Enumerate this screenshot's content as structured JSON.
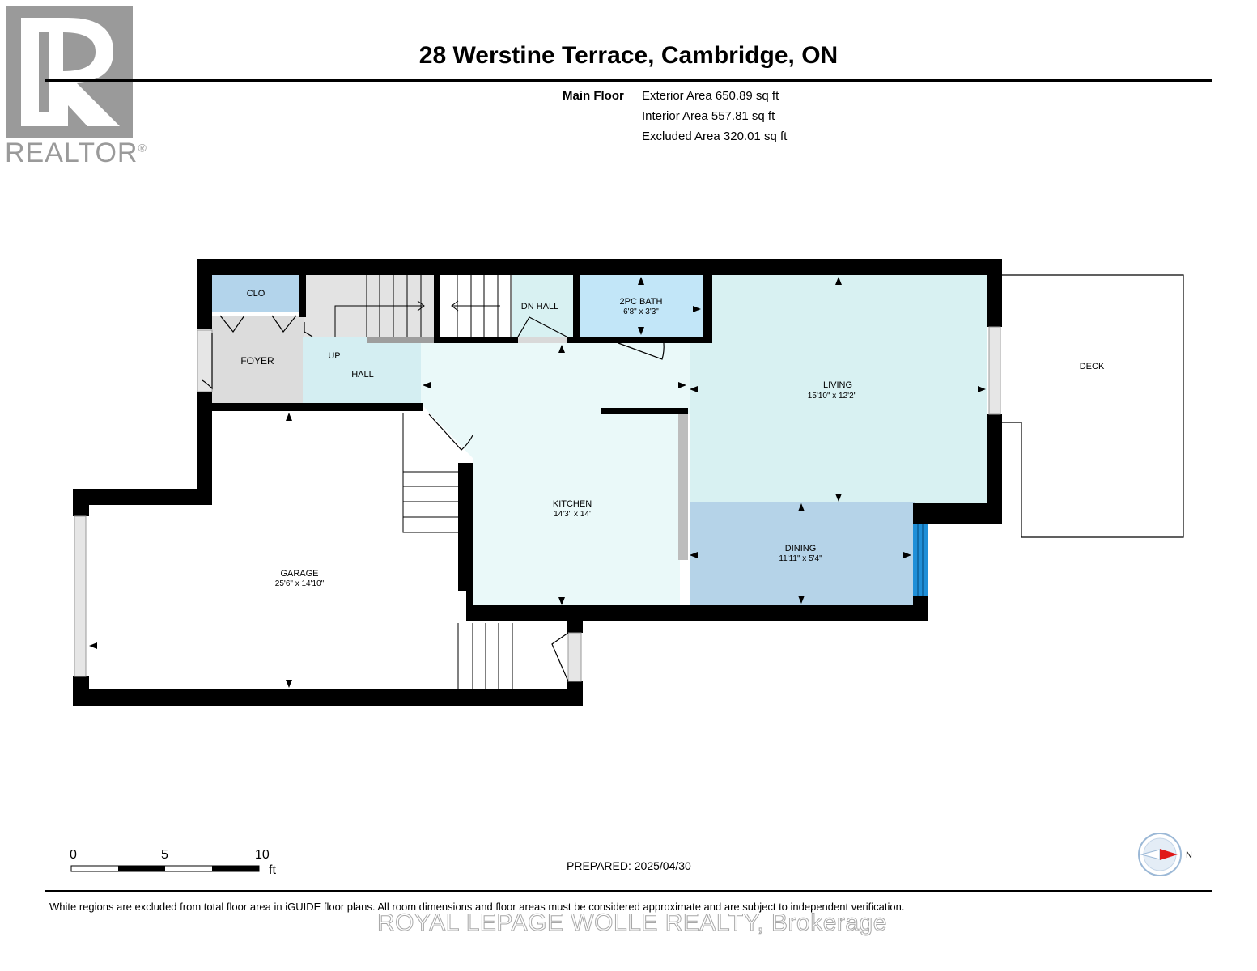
{
  "header": {
    "title": "28 Werstine Terrace, Cambridge, ON",
    "floor_label": "Main Floor",
    "areas": [
      "Exterior Area 650.89 sq ft",
      "Interior Area 557.81 sq ft",
      "Excluded Area 320.01 sq ft"
    ]
  },
  "logo": {
    "text": "REALTOR",
    "mark": "®"
  },
  "rooms": {
    "clo": {
      "name": "CLO"
    },
    "foyer": {
      "name": "FOYER"
    },
    "up": {
      "name": "UP"
    },
    "hall": {
      "name": "HALL"
    },
    "dn_hall": {
      "name": "DN HALL"
    },
    "bath": {
      "name": "2PC BATH",
      "dims": "6'8\" x 3'3\""
    },
    "living": {
      "name": "LIVING",
      "dims": "15'10\" x 12'2\""
    },
    "deck": {
      "name": "DECK"
    },
    "kitchen": {
      "name": "KITCHEN",
      "dims": "14'3\" x 14'"
    },
    "dining": {
      "name": "DINING",
      "dims": "11'11\" x 5'4\""
    },
    "garage": {
      "name": "GARAGE",
      "dims": "25'6\" x 14'10\""
    }
  },
  "scale": {
    "labels": [
      "0",
      "5",
      "10"
    ],
    "unit": "ft"
  },
  "compass": {
    "label": "N"
  },
  "footer": {
    "prepared": "PREPARED: 2025/04/30",
    "disclaimer": "White regions are excluded from total floor area in iGUIDE floor plans. All room dimensions and floor areas must be considered approximate and are subject to independent verification.",
    "watermark": "ROYAL LEPAGE WOLLE REALTY, Brokerage"
  },
  "colors": {
    "wall": "#000000",
    "clo_fill": "#b3d4eb",
    "foyer_fill": "#dcdcdc",
    "hall_fill": "#d4eef2",
    "kitchen_fill": "#eaf9f9",
    "living_fill": "#d8f1f2",
    "bath_fill": "#c2e6f8",
    "dining_fill": "#b5d3e8",
    "window_blue": "#1f8fd8"
  }
}
